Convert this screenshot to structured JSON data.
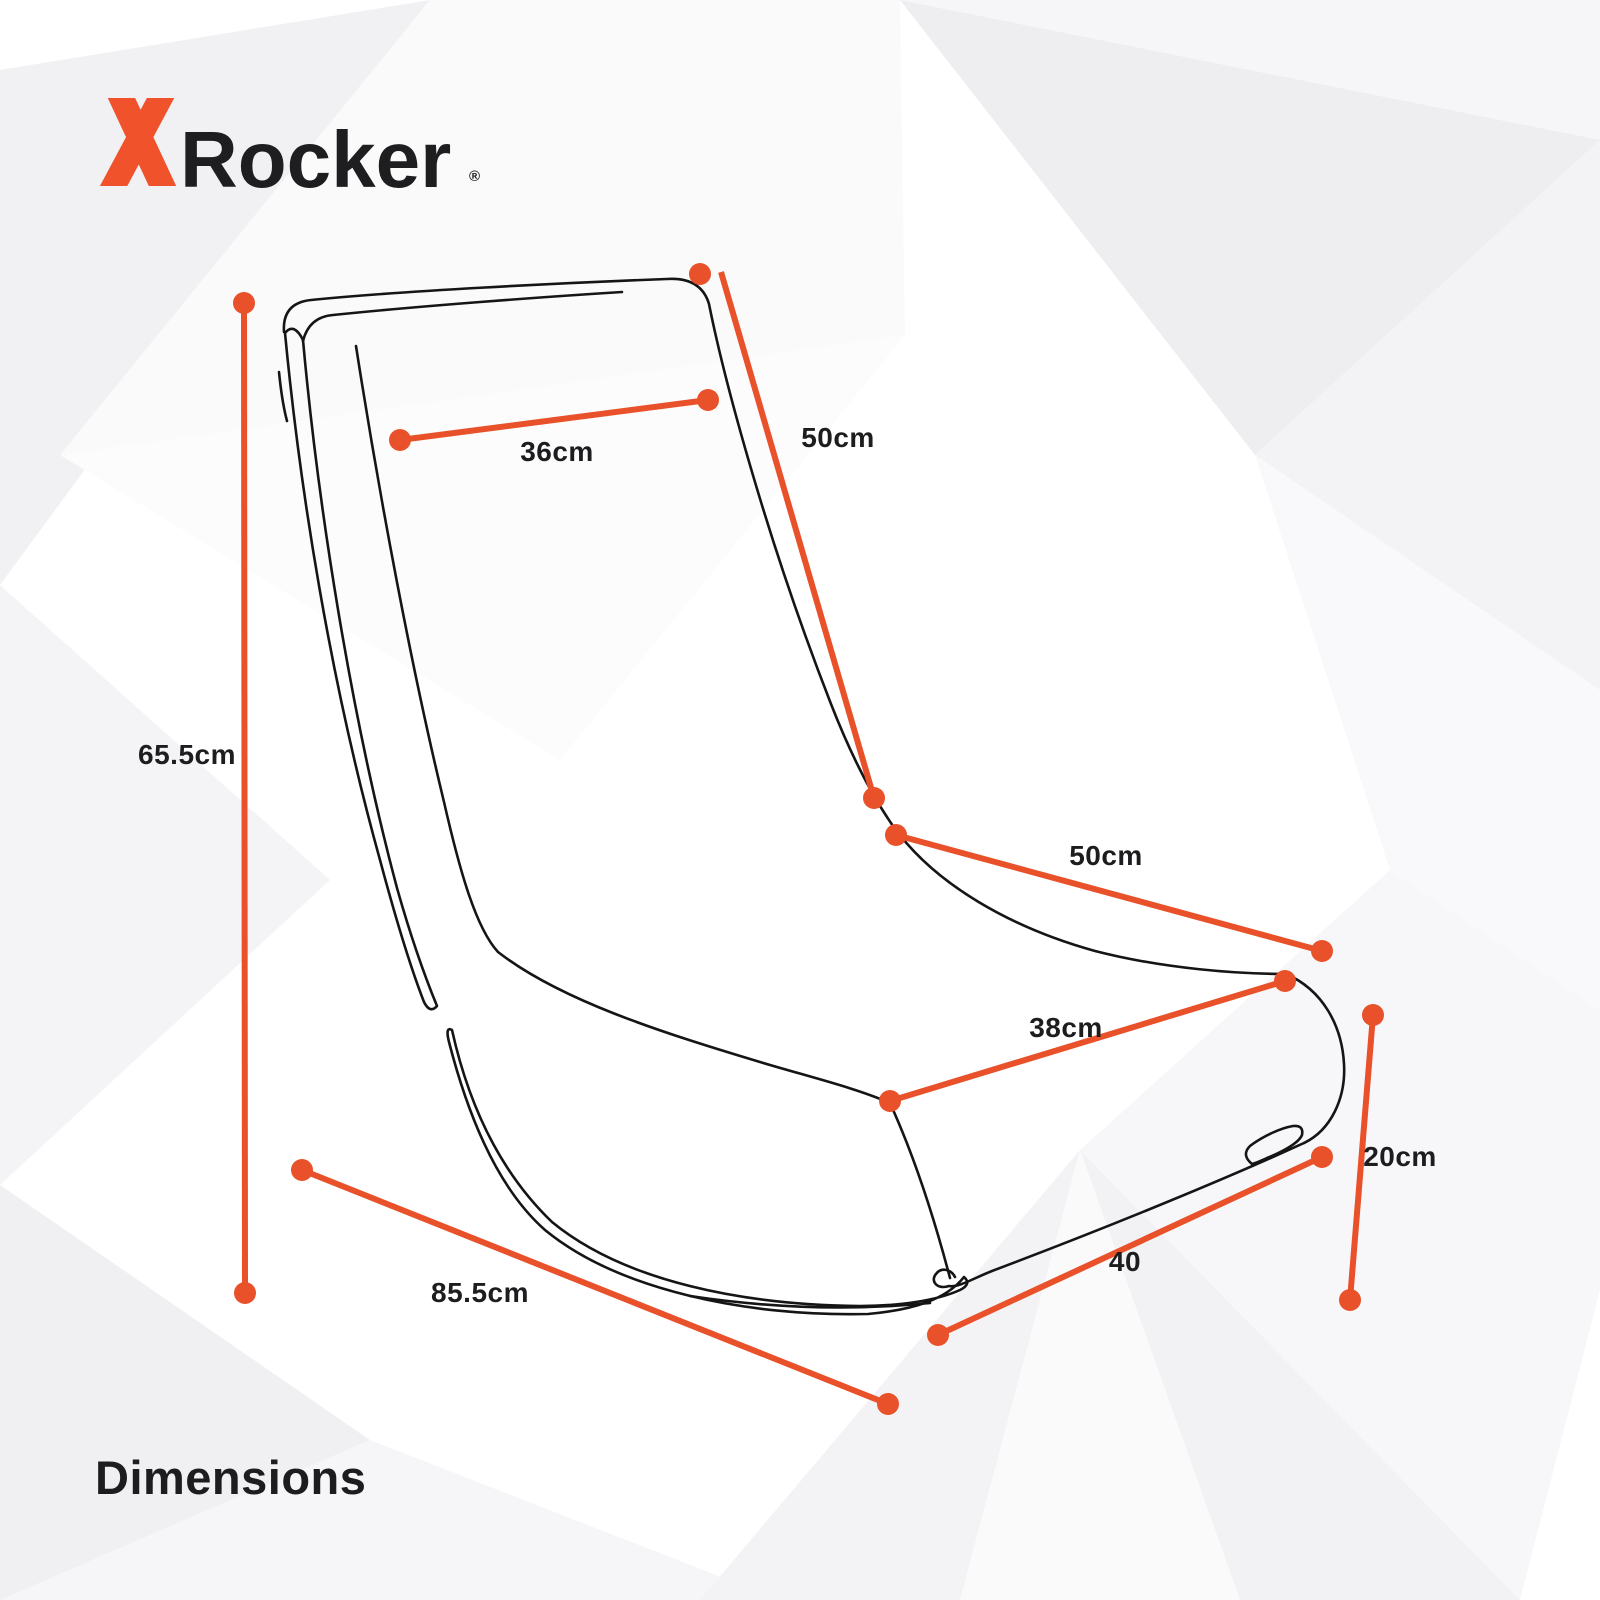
{
  "brand": {
    "wordmark": "Rocker",
    "registered": "®"
  },
  "title": "Dimensions",
  "measurements": {
    "headrest_width": "36cm",
    "backrest_height": "50cm",
    "seat_depth": "50cm",
    "overall_height": "65.5cm",
    "seat_width": "38cm",
    "seat_height": "20cm",
    "base_depth": "40",
    "overall_depth": "85.5cm"
  },
  "colors": {
    "accent_orange": "#E8512A",
    "logo_orange": "#F0522B",
    "ink": "#1D1D1F",
    "line_art": "#151515",
    "background": "#FFFFFF"
  }
}
